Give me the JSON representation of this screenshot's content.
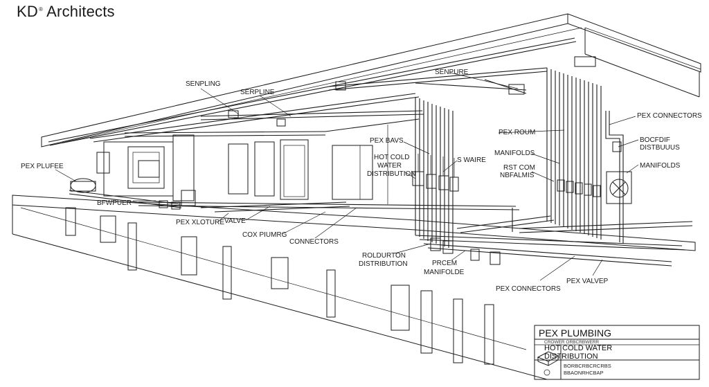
{
  "brand": {
    "name": "KD",
    "mark": "®",
    "suffix": " Architects"
  },
  "labels": {
    "senpling": "SENPLING",
    "serpline": "SERPLINE",
    "senpure": "SENPURE",
    "pex_connectors_top": "PEX CONNECTORS",
    "pex_roum": "PEX ROUM",
    "boc_1": "BOCFDIF",
    "boc_2": "DISTBUUUS",
    "pex_bavs": "PEX BAVS",
    "hot_cold_1": "HOT COLD",
    "hot_cold_2": "WATER",
    "hot_cold_3": "DISTRIBUTION",
    "s_waire": "S WAIRE",
    "manifolds_mid": "MANIFOLDS",
    "manifolds_right": "MANIFOLDS",
    "rst_1": "RST COM",
    "rst_2": "NBFALMIS",
    "pex_plufee": "PEX PLUFEE",
    "bfwpuer": "BFWPUER",
    "pex_xloture": "PEX XLOTURE",
    "valve": "VALVE",
    "cox_piumrg": "COX PIUMRG",
    "connectors": "CONNECTORS",
    "roldurton_1": "ROLDURTON",
    "roldurton_2": "DISTRIBUTION",
    "prcem_1": "PRCEM",
    "prcem_2": "MANIFOLDE",
    "pex_connectors_bottom": "PEX CONNECTORS",
    "pex_valvep": "PEX VALVEP"
  },
  "title_block": {
    "title": "PEX PLUMBING",
    "subtitle_small": "CROWER ORBCRBWERR",
    "heading_1": "HOT COLD WATER",
    "heading_2": "DISTRIBUTION",
    "note_1": "BORBCRBCRCRBS",
    "note_2": "BBAONRHCBAP"
  }
}
